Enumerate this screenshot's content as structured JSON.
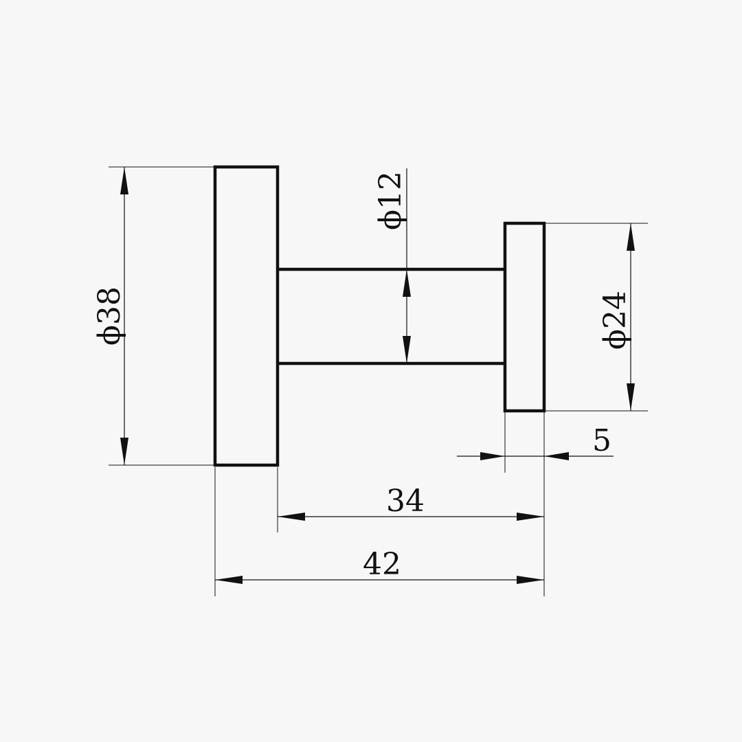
{
  "colors": {
    "background": "#f7f7f7",
    "line": "#111111"
  },
  "dimensions": {
    "base_diameter": "ϕ38",
    "shaft_diameter": "ϕ12",
    "cap_diameter": "ϕ24",
    "cap_thickness": "5",
    "shaft_length": "34",
    "overall_length": "42"
  }
}
